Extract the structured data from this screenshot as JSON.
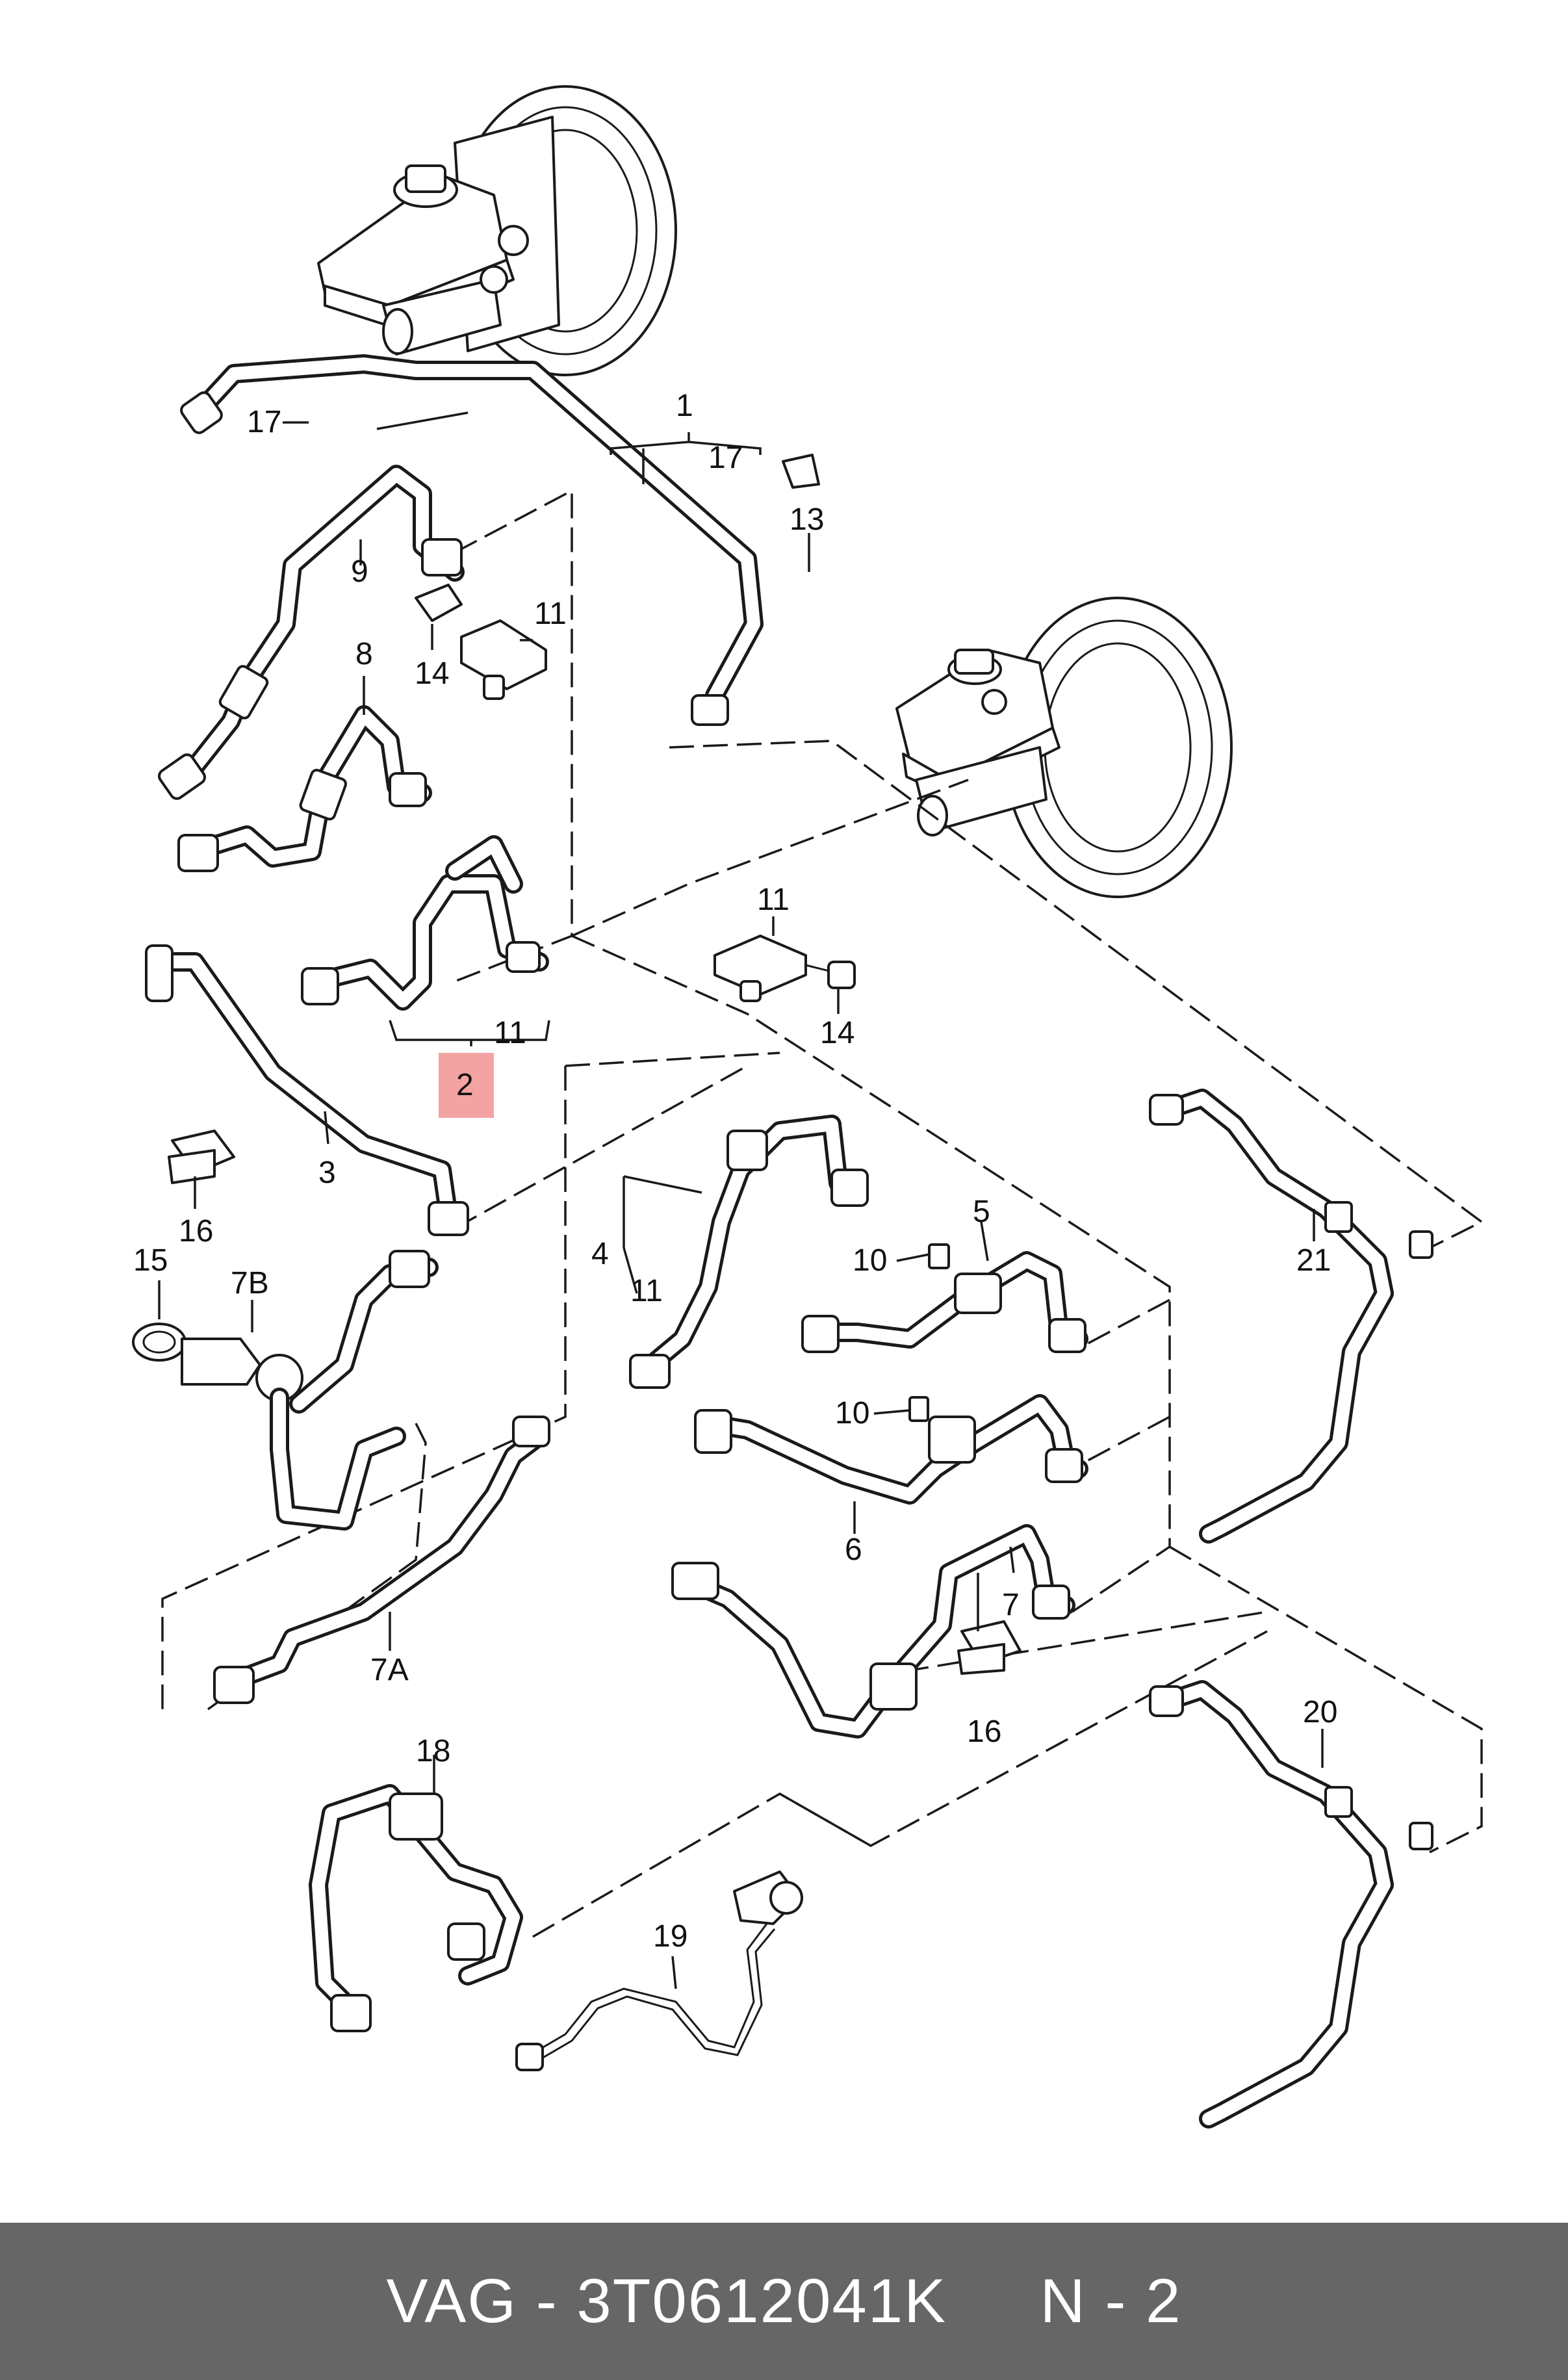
{
  "diagram": {
    "callouts": {
      "c1": "1",
      "c17a": "17",
      "c17b": "17",
      "c13": "13",
      "c9": "9",
      "c11a": "11",
      "c14a": "14",
      "c8": "8",
      "c11b": "11",
      "c2": "2",
      "c11c": "11",
      "c14b": "14",
      "c3": "3",
      "c16a": "16",
      "c15": "15",
      "c7B": "7B",
      "c4": "4",
      "c11d": "11",
      "c5": "5",
      "c10a": "10",
      "c10b": "10",
      "c6": "6",
      "c7": "7",
      "c16b": "16",
      "c21": "21",
      "c7A": "7A",
      "c18": "18",
      "c19": "19",
      "c20": "20"
    },
    "highlight_color": "#f4a3a3"
  },
  "footer": {
    "text": "VAG - 3T0612041K     N - 2",
    "background": "#666666",
    "text_color": "#ffffff"
  }
}
